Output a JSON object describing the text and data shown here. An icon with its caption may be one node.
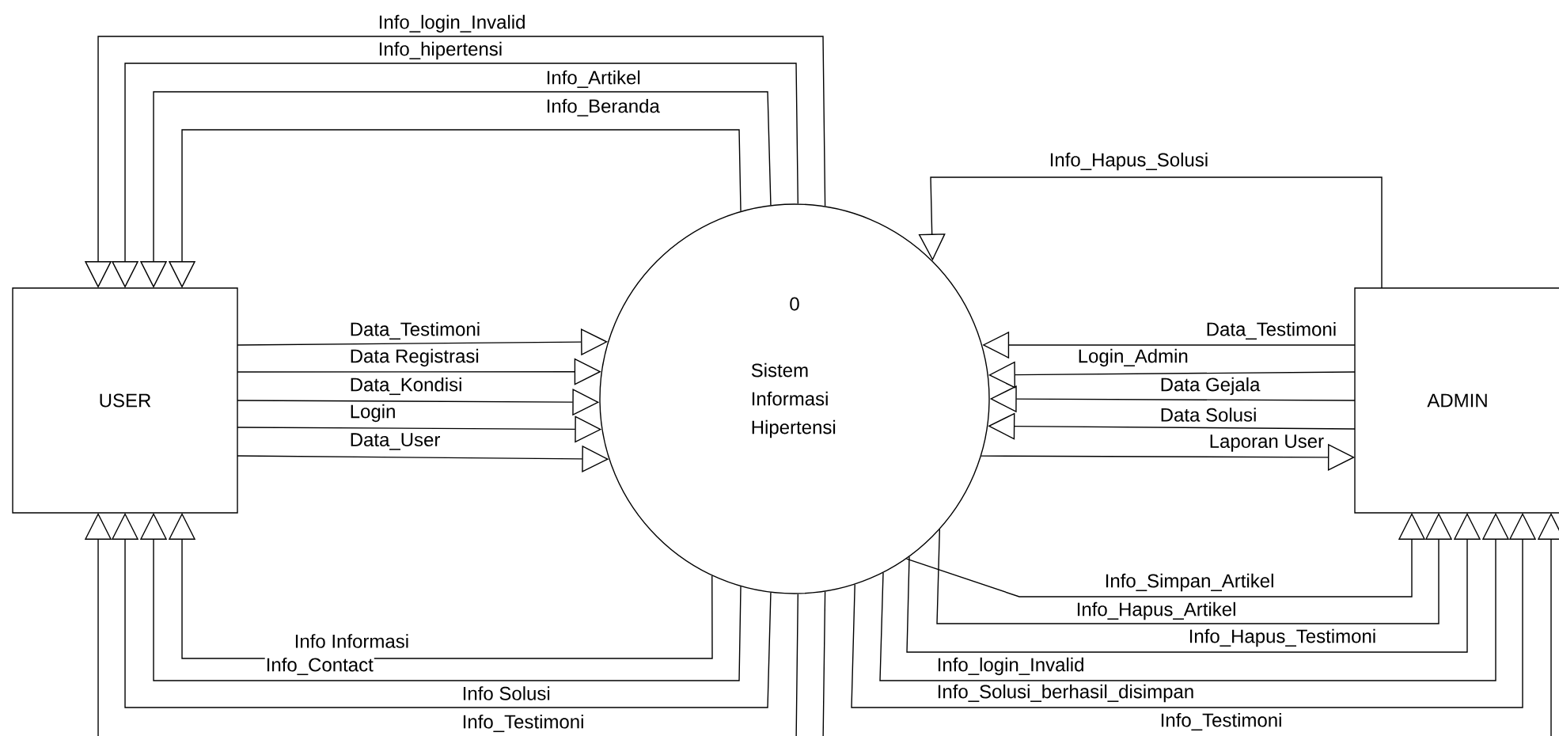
{
  "diagram": {
    "nodes": [
      {
        "text": [
          "USER"
        ]
      },
      {
        "text": [
          "0",
          "Sistem Informasi Hipertensi"
        ]
      },
      {
        "text": [
          "ADMIN"
        ]
      }
    ],
    "edges": [
      {
        "from": 1,
        "to": 0,
        "arrow": "to",
        "label": "Info_login_Invalid"
      },
      {
        "from": 1,
        "to": 0,
        "arrow": "to",
        "label": "Info_hipertensi"
      },
      {
        "from": 1,
        "to": 0,
        "arrow": "to",
        "label": "Info_Artikel"
      },
      {
        "from": 1,
        "to": 0,
        "arrow": "to",
        "label": "Info_Beranda"
      },
      {
        "from": 0,
        "to": 1,
        "arrow": "to",
        "label": "Data_Testimoni"
      },
      {
        "from": 0,
        "to": 1,
        "arrow": "to",
        "label": "Data Registrasi"
      },
      {
        "from": 0,
        "to": 1,
        "arrow": "to",
        "label": "Data_Kondisi"
      },
      {
        "from": 0,
        "to": 1,
        "arrow": "to",
        "label": "Login"
      },
      {
        "from": 0,
        "to": 1,
        "arrow": "to",
        "label": "Data_User"
      },
      {
        "from": 1,
        "to": 0,
        "arrow": "to",
        "label": "Info Informasi"
      },
      {
        "from": 1,
        "to": 0,
        "arrow": "to",
        "label": "Info_Contact"
      },
      {
        "from": 1,
        "to": 0,
        "arrow": "to",
        "label": "Info Solusi"
      },
      {
        "from": 1,
        "to": 0,
        "arrow": "to",
        "label": "Info_Testimoni"
      },
      {
        "from": 2,
        "to": 1,
        "arrow": "to",
        "label": "Info_Hapus_Solusi"
      },
      {
        "from": 2,
        "to": 1,
        "arrow": "to",
        "label": "Data_Testimoni"
      },
      {
        "from": 2,
        "to": 1,
        "arrow": "to",
        "label": "Login_Admin"
      },
      {
        "from": 2,
        "to": 1,
        "arrow": "to",
        "label": "Data Gejala"
      },
      {
        "from": 2,
        "to": 1,
        "arrow": "to",
        "label": "Data Solusi"
      },
      {
        "from": 1,
        "to": 2,
        "arrow": "to",
        "label": "Laporan User"
      },
      {
        "from": 1,
        "to": 2,
        "arrow": "to",
        "label": "Info_Simpan_Artikel"
      },
      {
        "from": 1,
        "to": 2,
        "arrow": "to",
        "label": "Info_Hapus_Artikel"
      },
      {
        "from": 1,
        "to": 2,
        "arrow": "to",
        "label": "Info_Hapus_Testimoni"
      },
      {
        "from": 1,
        "to": 2,
        "arrow": "to",
        "label": "Info_login_Invalid"
      },
      {
        "from": 1,
        "to": 2,
        "arrow": "to",
        "label": "Info_Solusi_berhasil_disimpan"
      },
      {
        "from": 1,
        "to": 2,
        "arrow": "to",
        "label": "Info_Testimoni"
      }
    ]
  }
}
